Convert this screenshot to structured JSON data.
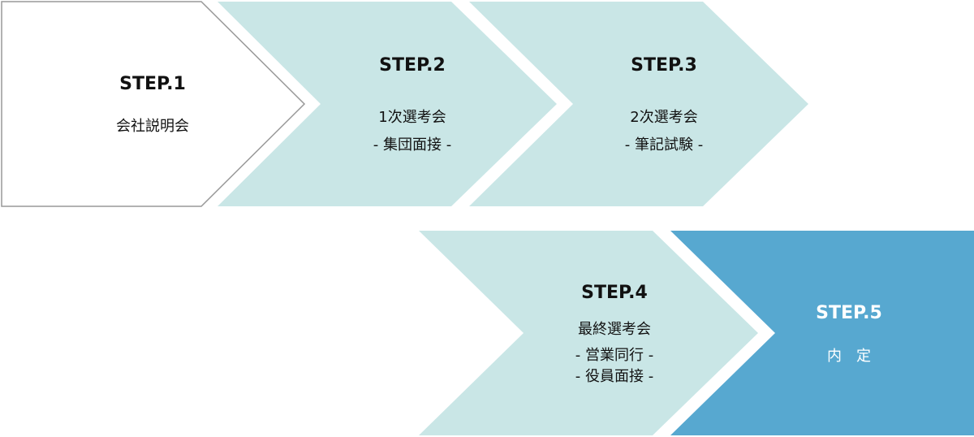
{
  "colors": {
    "outline_fill": "#ffffff",
    "outline_stroke": "#999999",
    "pale": "#c9e6e6",
    "accent": "#57a8d0",
    "text_dark": "#111111",
    "text_light": "#ffffff"
  },
  "steps": [
    {
      "title": "STEP.1",
      "lines": [
        "会社説明会"
      ]
    },
    {
      "title": "STEP.2",
      "lines": [
        "1次選考会",
        "- 集団面接 -"
      ]
    },
    {
      "title": "STEP.3",
      "lines": [
        "2次選考会",
        "- 筆記試験 -"
      ]
    },
    {
      "title": "STEP.4",
      "lines": [
        "最終選考会",
        "- 営業同行 -",
        "- 役員面接 -"
      ]
    },
    {
      "title": "STEP.5",
      "lines": [
        "内　定"
      ]
    }
  ]
}
